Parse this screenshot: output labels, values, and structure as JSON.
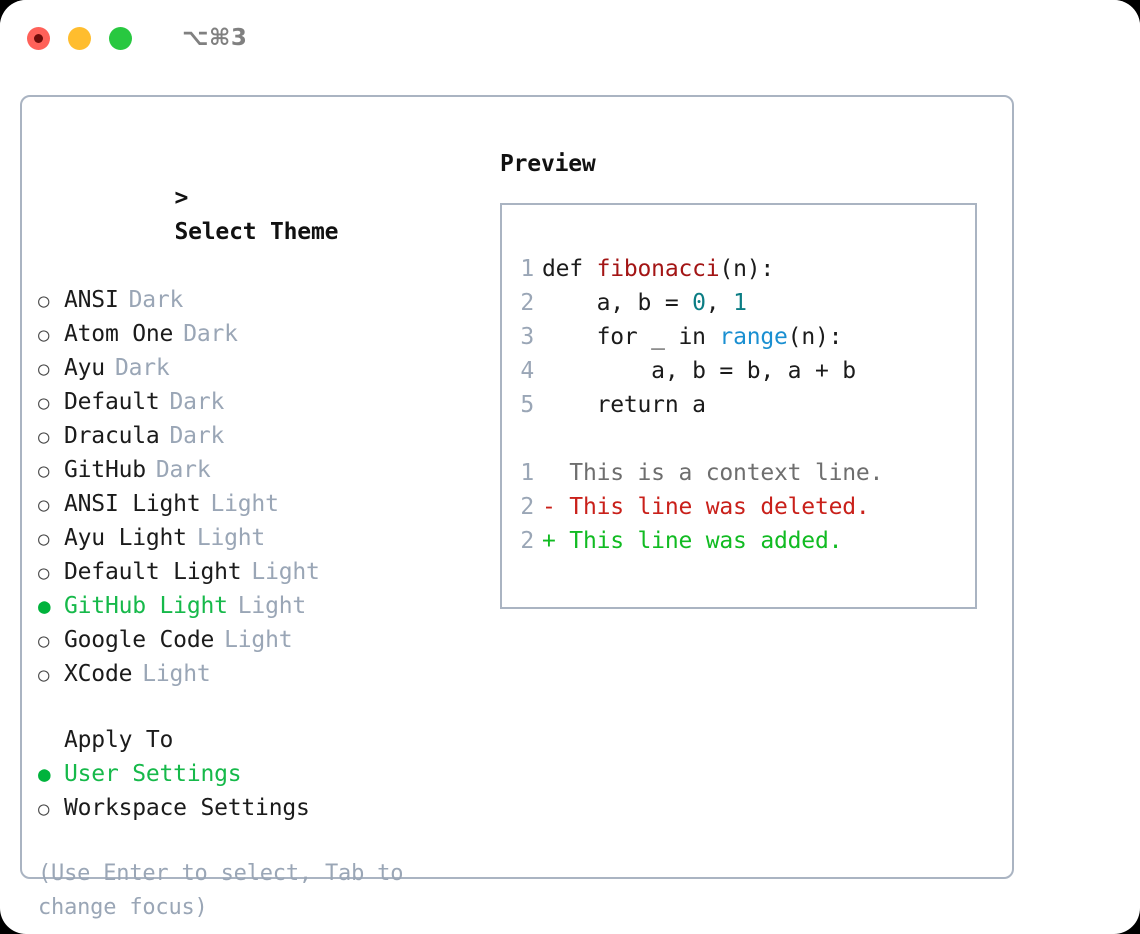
{
  "titlebar": {
    "shortcut": "⌥⌘3",
    "lights": [
      {
        "name": "close",
        "color": "#ff6159"
      },
      {
        "name": "minimize",
        "color": "#ffbd2e"
      },
      {
        "name": "zoom",
        "color": "#28c840"
      }
    ]
  },
  "theme_picker": {
    "caret": ">",
    "heading": "Select Theme",
    "marker_unselected": "○",
    "marker_selected": "●",
    "items": [
      {
        "label": "ANSI",
        "variant": "Dark",
        "selected": false
      },
      {
        "label": "Atom One",
        "variant": "Dark",
        "selected": false
      },
      {
        "label": "Ayu",
        "variant": "Dark",
        "selected": false
      },
      {
        "label": "Default",
        "variant": "Dark",
        "selected": false
      },
      {
        "label": "Dracula",
        "variant": "Dark",
        "selected": false
      },
      {
        "label": "GitHub",
        "variant": "Dark",
        "selected": false
      },
      {
        "label": "ANSI Light",
        "variant": "Light",
        "selected": false
      },
      {
        "label": "Ayu Light",
        "variant": "Light",
        "selected": false
      },
      {
        "label": "Default Light",
        "variant": "Light",
        "selected": false
      },
      {
        "label": "GitHub Light",
        "variant": "Light",
        "selected": true
      },
      {
        "label": "Google Code",
        "variant": "Light",
        "selected": false
      },
      {
        "label": "XCode",
        "variant": "Light",
        "selected": false
      }
    ]
  },
  "apply_to": {
    "heading": "Apply To",
    "items": [
      {
        "label": "User Settings",
        "selected": true
      },
      {
        "label": "Workspace Settings",
        "selected": false
      }
    ]
  },
  "hint": "(Use Enter to select, Tab to change focus)",
  "preview": {
    "title": "Preview",
    "code_lines": [
      {
        "ln": "1",
        "segments": [
          {
            "t": "def ",
            "c": "plain"
          },
          {
            "t": "fibonacci",
            "c": "fn"
          },
          {
            "t": "(n):",
            "c": "plain"
          }
        ]
      },
      {
        "ln": "2",
        "segments": [
          {
            "t": "    a, b = ",
            "c": "plain"
          },
          {
            "t": "0",
            "c": "num"
          },
          {
            "t": ", ",
            "c": "plain"
          },
          {
            "t": "1",
            "c": "num"
          }
        ]
      },
      {
        "ln": "3",
        "segments": [
          {
            "t": "    for _ in ",
            "c": "plain"
          },
          {
            "t": "range",
            "c": "call"
          },
          {
            "t": "(n):",
            "c": "plain"
          }
        ]
      },
      {
        "ln": "4",
        "segments": [
          {
            "t": "        a, b = b, a + b",
            "c": "plain"
          }
        ]
      },
      {
        "ln": "5",
        "segments": [
          {
            "t": "    return a",
            "c": "plain"
          }
        ]
      }
    ],
    "diff_lines": [
      {
        "ln": "1",
        "kind": "ctx",
        "text": "  This is a context line."
      },
      {
        "ln": "2",
        "kind": "del",
        "text": "- This line was deleted."
      },
      {
        "ln": "2",
        "kind": "add",
        "text": "+ This line was added."
      }
    ]
  },
  "colors": {
    "accent_green": "#16b94a",
    "muted": "#9aa6b6",
    "border": "#aab4c2",
    "diff_add": "#11bb22",
    "diff_del": "#c9201a",
    "fn": "#a31515",
    "num": "#0b7d84",
    "call": "#1a8fd1"
  }
}
